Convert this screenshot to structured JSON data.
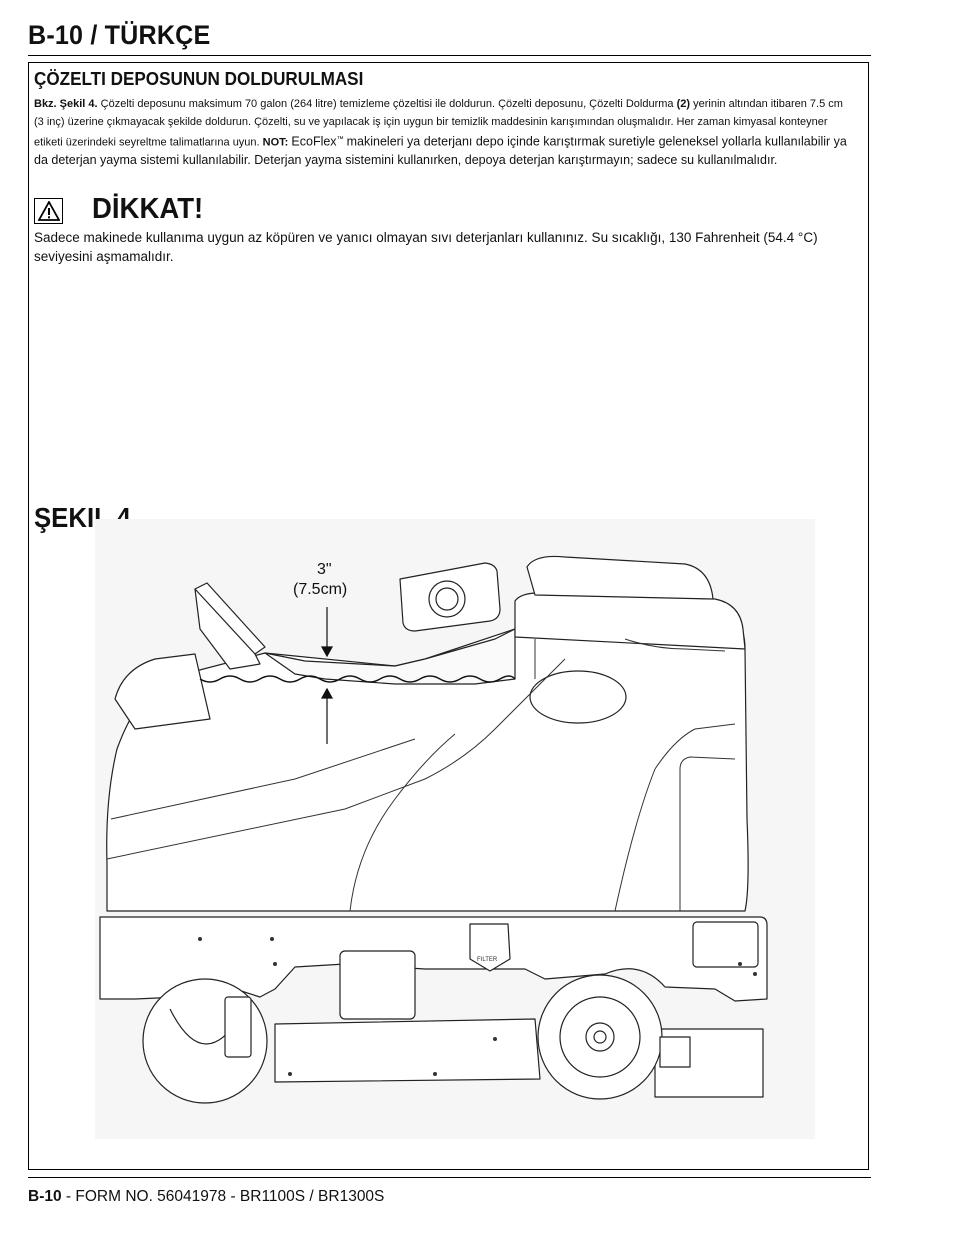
{
  "header": {
    "title": "B-10 / TÜRKÇE"
  },
  "section": {
    "heading": "ÇÖZELTI DEPOSUNUN DOLDURULMASI",
    "ref_label": "Bkz. Şekil 4.",
    "text_1": "Çözelti deposunu maksimum 70 galon (264 litre) temizleme çözeltisi ile doldurun.  Çözelti deposunu, Çözelti Doldurma",
    "ref_num": "(2)",
    "text_2": "yerinin altından itibaren 7.5 cm (3 inç) üzerine çıkmayacak şekilde doldurun.  Çözelti, su ve yapılacak iş için uygun bir temizlik maddesinin karışımından oluşmalıdır.  Her zaman kimyasal konteyner etiketi üzerindeki seyreltme talimatlarına uyun.",
    "note_label": "NOT:",
    "note_brand": "EcoFlex",
    "note_tm": "™",
    "note_text": "makineleri ya deterjanı depo içinde karıştırmak suretiyle geleneksel yollarla kullanılabilir ya da deterjan yayma sistemi kullanılabilir.  Deterjan yayma sistemini kullanırken, depoya deterjan karıştırmayın; sadece su kullanılmalıdır."
  },
  "caution": {
    "icon": "warning-triangle-icon",
    "title": "DİKKAT!",
    "text": "Sadece makinede kullanıma uygun az köpüren ve yanıcı olmayan sıvı deterjanları kullanınız.  Su sıcaklığı, 130 Fahrenheit (54.4 °C) seviyesini aşmamalıdır."
  },
  "figure": {
    "title": "ŞEKIL 4",
    "measure_line1": "3\"",
    "measure_line2": "(7.5cm)",
    "filter_label": "FILTER"
  },
  "footer": {
    "page": "B-10",
    "form": " - FORM NO. 56041978 - BR1100S / BR1300S"
  }
}
